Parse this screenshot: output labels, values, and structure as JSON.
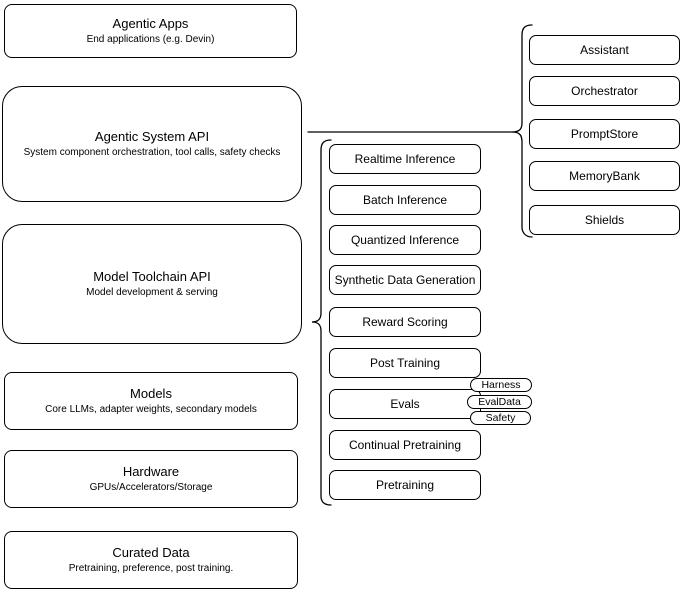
{
  "diagram": {
    "background_color": "#ffffff",
    "stroke_color": "#000000",
    "left_column": [
      {
        "title": "Agentic Apps",
        "subtitle": "End applications (e.g. Devin)"
      },
      {
        "title": "Agentic System API",
        "subtitle": "System component orchestration, tool calls, safety checks"
      },
      {
        "title": "Model Toolchain API",
        "subtitle": "Model development & serving"
      },
      {
        "title": "Models",
        "subtitle": "Core LLMs, adapter weights, secondary models"
      },
      {
        "title": "Hardware",
        "subtitle": "GPUs/Accelerators/Storage"
      },
      {
        "title": "Curated Data",
        "subtitle": "Pretraining, preference, post training."
      }
    ],
    "middle_column": [
      "Realtime Inference",
      "Batch Inference",
      "Quantized Inference",
      "Synthetic Data Generation",
      "Reward Scoring",
      "Post Training",
      "Evals",
      "Continual Pretraining",
      "Pretraining"
    ],
    "evals_badges": [
      "Harness",
      "EvalData",
      "Safety"
    ],
    "right_column": [
      "Assistant",
      "Orchestrator",
      "PromptStore",
      "MemoryBank",
      "Shields"
    ]
  }
}
